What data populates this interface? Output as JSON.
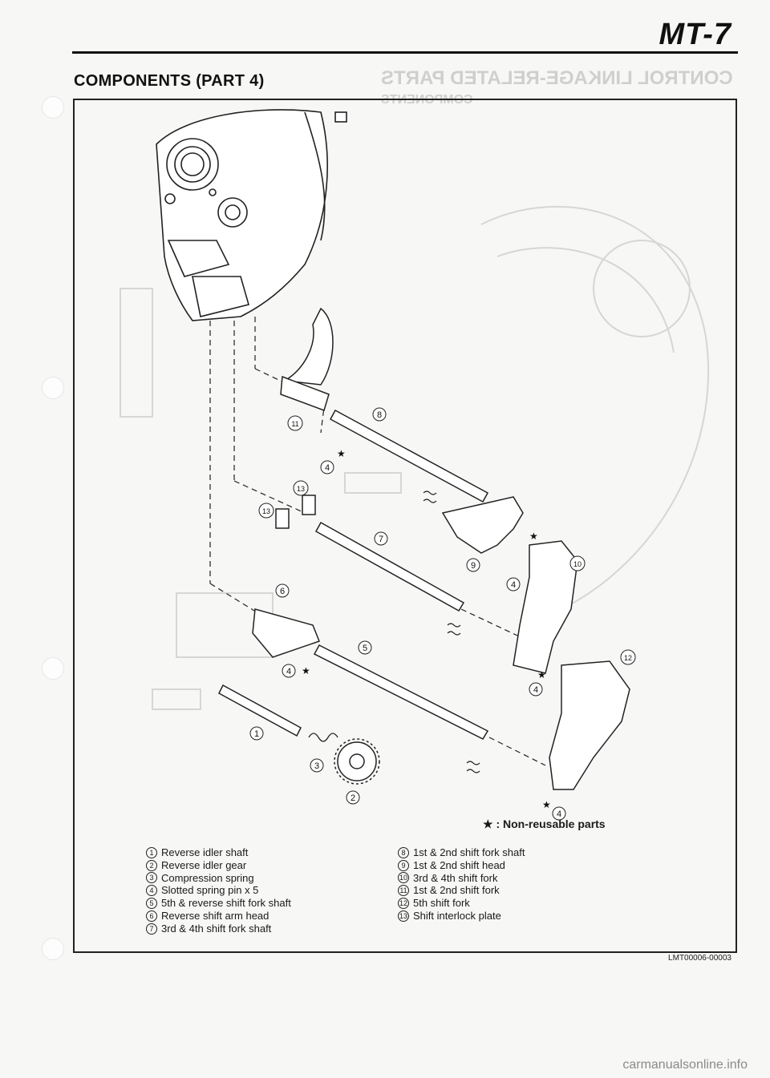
{
  "header": {
    "page_code": "MT-7"
  },
  "section_title": "COMPONENTS (PART 4)",
  "bleed_through": {
    "title": "CONTROL LINKAGE-RELATED PARTS",
    "subtitle": "COMPONENTS"
  },
  "diagram": {
    "callouts": [
      "1",
      "2",
      "3",
      "4",
      "5",
      "6",
      "7",
      "8",
      "9",
      "10",
      "11",
      "12",
      "13"
    ],
    "star_symbol": "★"
  },
  "non_reusable": {
    "symbol": "★",
    "text": ": Non-reusable parts"
  },
  "legend_left": [
    {
      "num": "1",
      "label": "Reverse idler shaft"
    },
    {
      "num": "2",
      "label": "Reverse idler gear"
    },
    {
      "num": "3",
      "label": "Compression spring"
    },
    {
      "num": "4",
      "label": "Slotted spring pin x 5"
    },
    {
      "num": "5",
      "label": "5th & reverse shift fork shaft"
    },
    {
      "num": "6",
      "label": "Reverse shift arm head"
    },
    {
      "num": "7",
      "label": "3rd & 4th shift fork shaft"
    }
  ],
  "legend_right": [
    {
      "num": "8",
      "label": "1st & 2nd shift fork shaft"
    },
    {
      "num": "9",
      "label": "1st & 2nd shift head"
    },
    {
      "num": "10",
      "label": "3rd & 4th shift fork"
    },
    {
      "num": "11",
      "label": "1st & 2nd shift fork"
    },
    {
      "num": "12",
      "label": "5th shift fork"
    },
    {
      "num": "13",
      "label": "Shift interlock plate"
    }
  ],
  "figure_code": "LMT00006-00003",
  "watermark": "carmanualsonline.info"
}
